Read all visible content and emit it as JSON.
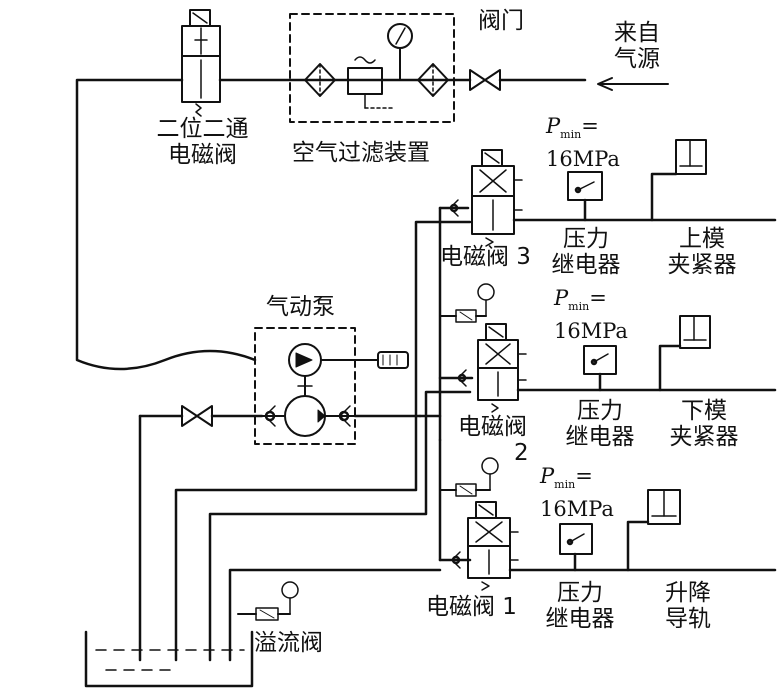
{
  "labels": {
    "two_way_valve": [
      "二位二通",
      "电磁阀"
    ],
    "air_filter": "空气过滤装置",
    "valve": "阀门",
    "air_source": [
      "来自",
      "气源"
    ],
    "air_pump": "气动泵",
    "relief_valve": "溢流阀",
    "solenoid_1": "电磁阀 1",
    "solenoid_2": [
      "电磁阀",
      "2"
    ],
    "solenoid_3": "电磁阀 3",
    "pressure_relay": [
      "压力",
      "继电器"
    ],
    "upper_clamp": [
      "上模",
      "夹紧器"
    ],
    "lower_clamp": [
      "下模",
      "夹紧器"
    ],
    "lift_rail": [
      "升降",
      "导轨"
    ]
  },
  "pmin": {
    "symbol": "P",
    "subscript": "min",
    "eq": "=",
    "value": "16MPa"
  }
}
